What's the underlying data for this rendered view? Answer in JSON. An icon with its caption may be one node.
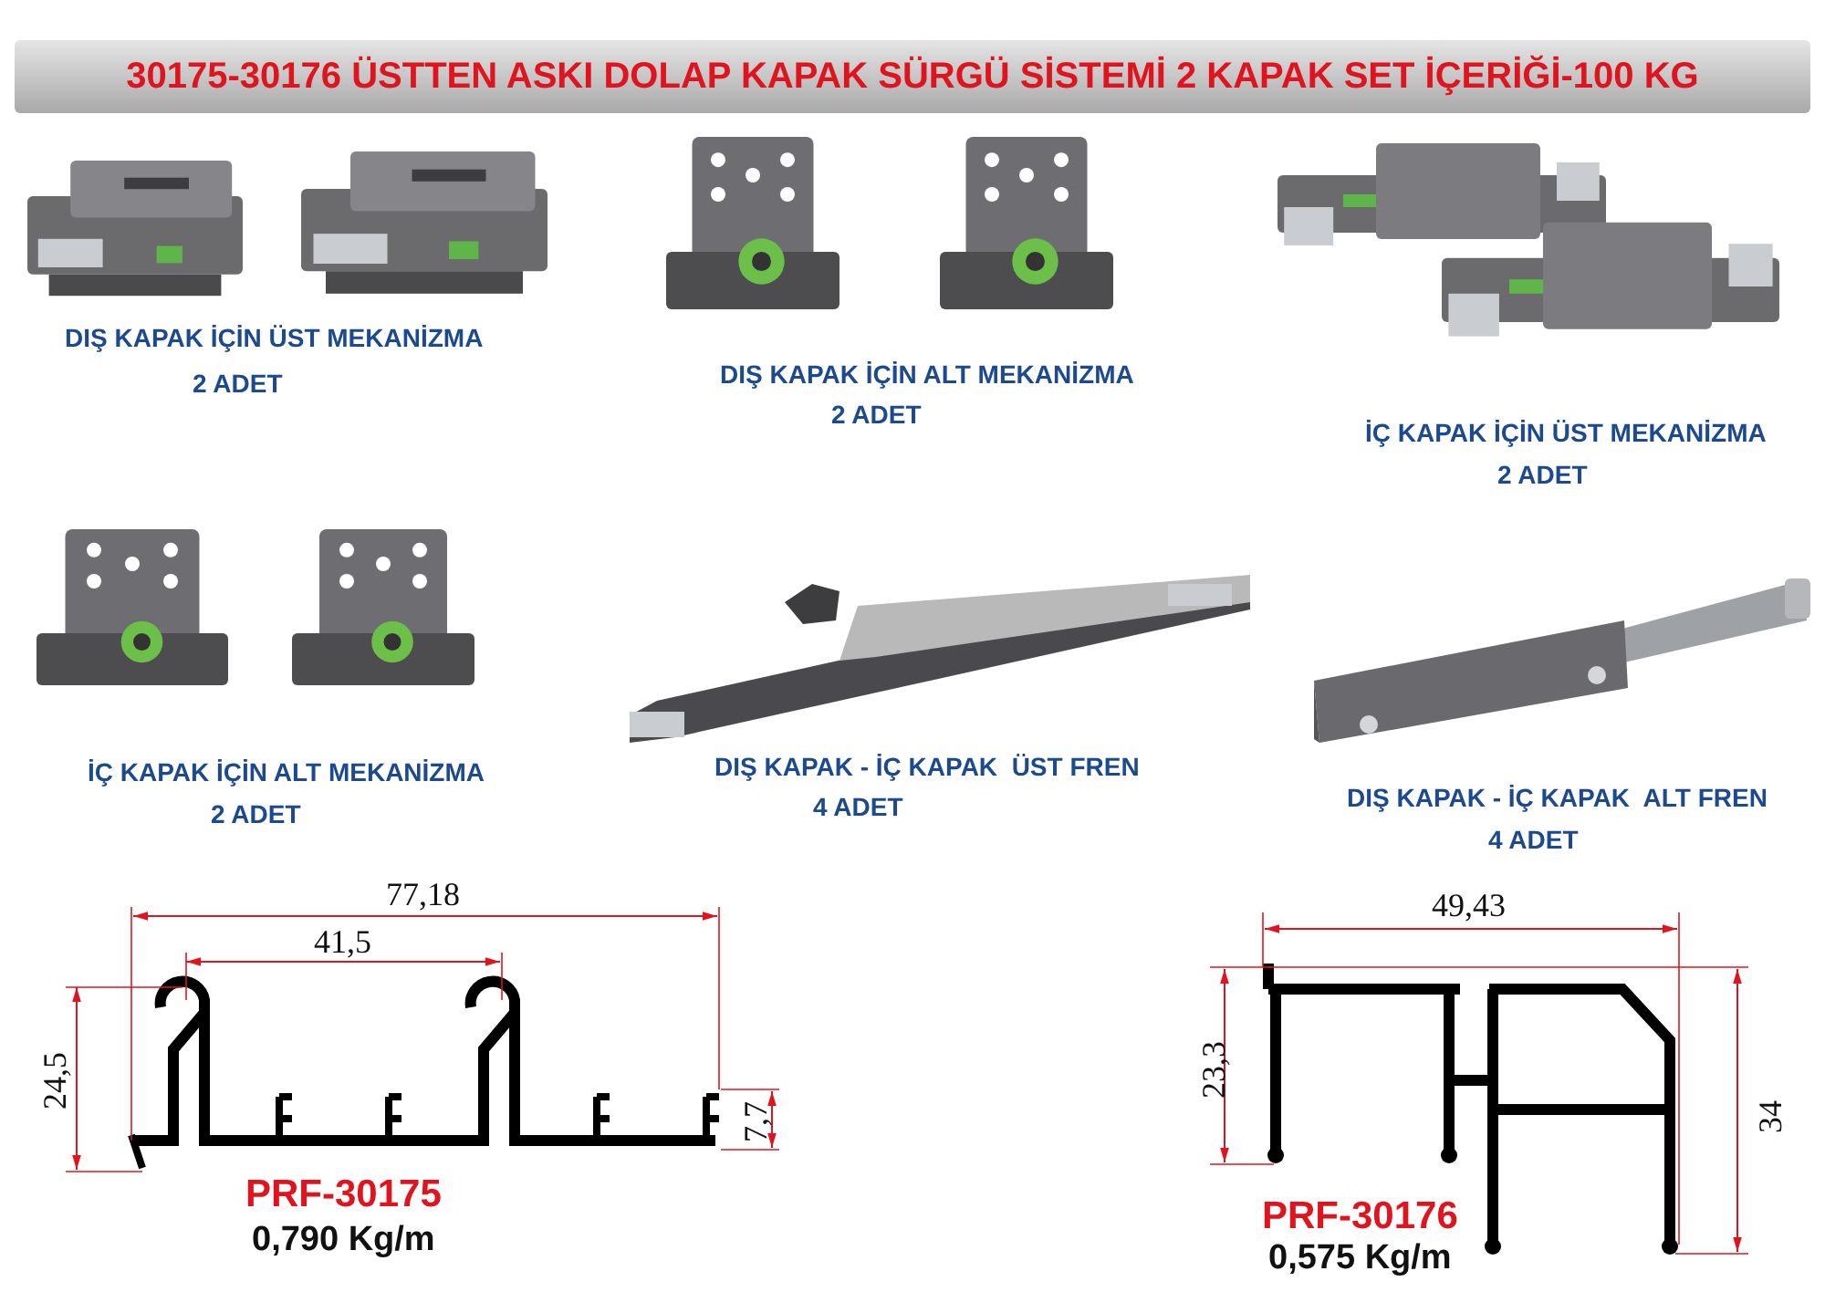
{
  "diagram": {
    "title": "30175-30176 ÜSTTEN ASKI DOLAP KAPAK SÜRGÜ SİSTEMİ 2 KAPAK SET İÇERİĞİ-100 KG",
    "labels": [
      "DIŞ KAPAK İÇİN ÜST MEKANİZMA",
      "2 ADET",
      "DIŞ KAPAK İÇİN ALT MEKANİZMA",
      "2 ADET",
      "İÇ KAPAK İÇİN ÜST MEKANİZMA",
      "2 ADET",
      "İÇ KAPAK İÇİN ALT MEKANİZMA",
      "2 ADET",
      "DIŞ KAPAK - İÇ KAPAK  ÜST FREN",
      "4 ADET",
      "DIŞ KAPAK - İÇ KAPAK  ALT FREN",
      "4 ADET",
      "77,18",
      "41,5",
      "24,5",
      "7,7",
      "PRF-30175",
      "0,790 Kg/m",
      "49,43",
      "23,3",
      "34",
      "PRF-30176",
      "0,575 Kg/m"
    ]
  }
}
